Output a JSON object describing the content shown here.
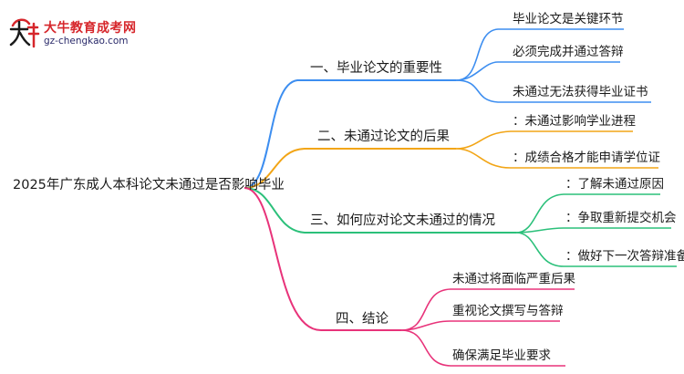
{
  "logo": {
    "title": "大牛教育成考网",
    "url": "gz-chengkao.com",
    "mark_text": "大牛"
  },
  "colors": {
    "branch1": "#3d8ef0",
    "branch2": "#f2a516",
    "branch3": "#2bc07a",
    "branch4": "#e8337a",
    "root_edge": "#555555"
  },
  "mindmap": {
    "root": "2025年广东成人本科论文未通过是否影响毕业",
    "branches": [
      {
        "label": "一、毕业论文的重要性",
        "children": [
          "毕业论文是关键环节",
          "必须完成并通过答辩",
          "未通过无法获得毕业证书"
        ]
      },
      {
        "label": "二、未通过论文的后果",
        "children": [
          "：未通过影响学业进程",
          "：成绩合格才能申请学位证"
        ]
      },
      {
        "label": "三、如何应对论文未通过的情况",
        "children": [
          "：了解未通过原因",
          "：争取重新提交机会",
          "：做好下一次答辩准备"
        ]
      },
      {
        "label": "四、结论",
        "children": [
          "未通过将面临严重后果",
          "重视论文撰写与答辩",
          "确保满足毕业要求"
        ]
      }
    ]
  }
}
